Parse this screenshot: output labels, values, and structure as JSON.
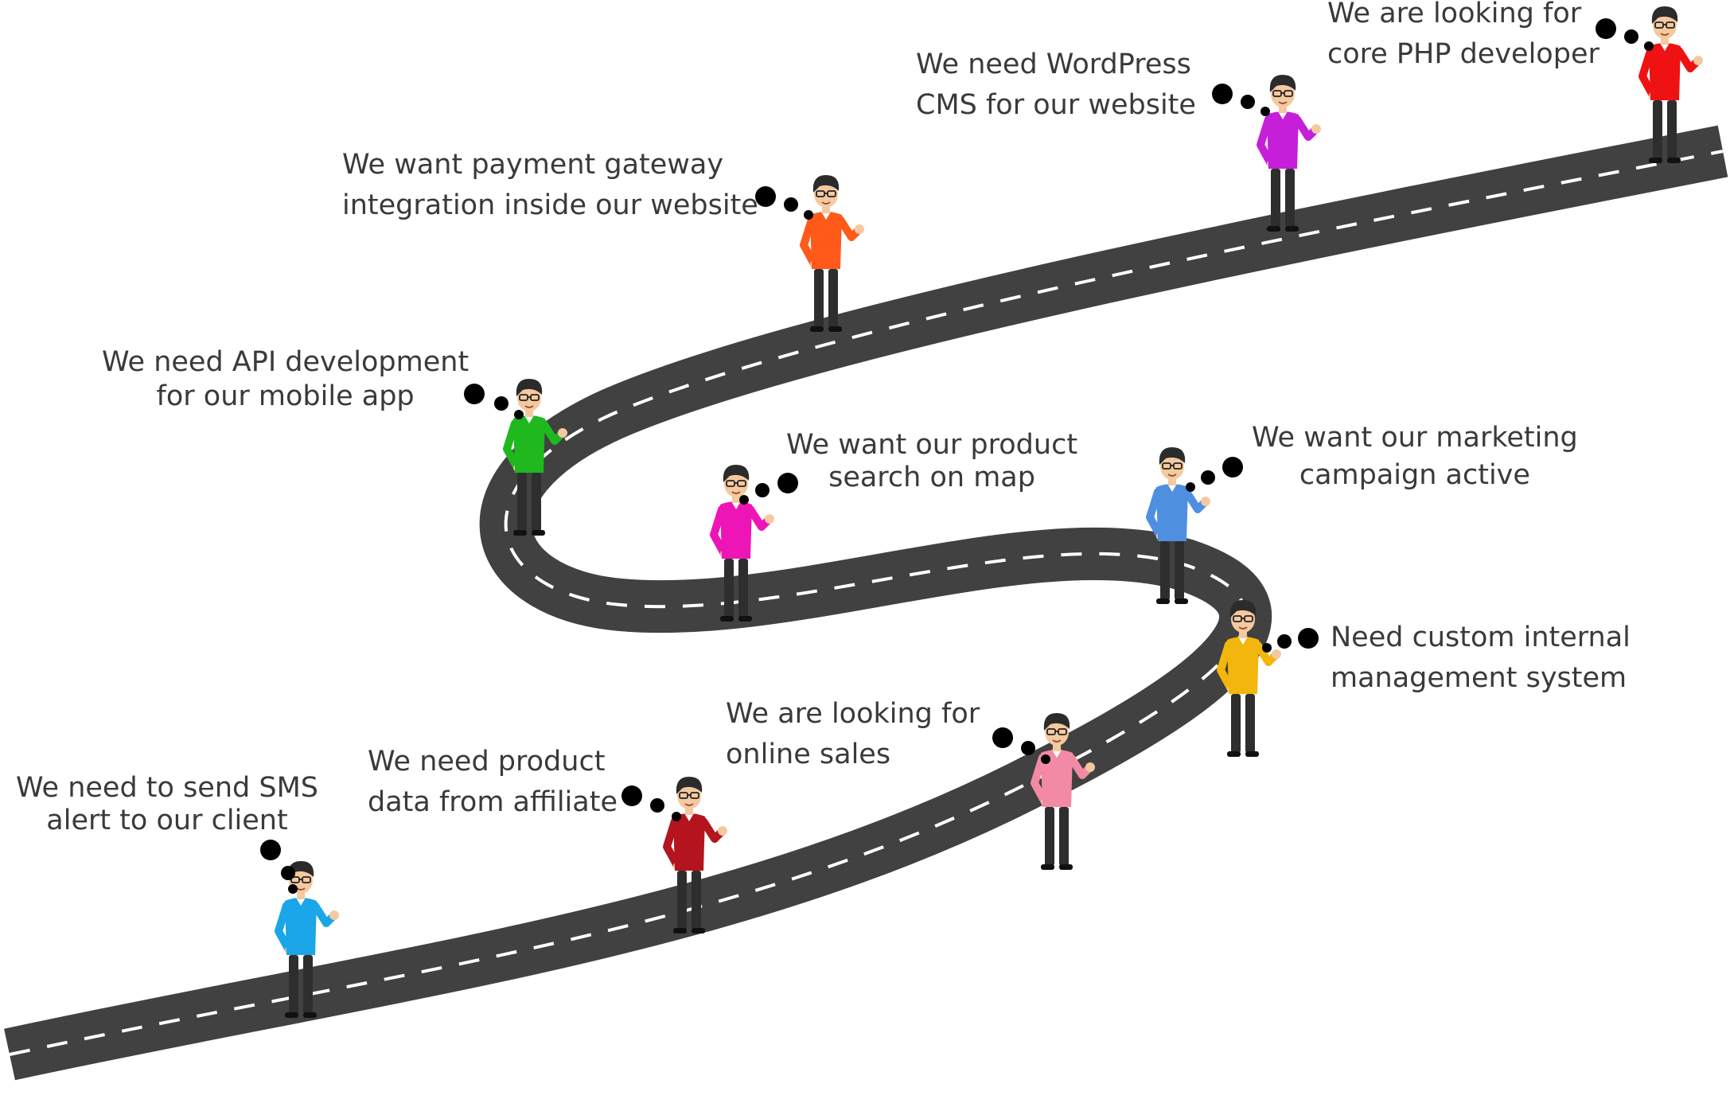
{
  "colors": {
    "road": "#414141",
    "dash": "#ffffff",
    "bubble": "#000000",
    "text": "#3a3a3a",
    "skin": "#f4c9a0",
    "hair": "#2b2b2b",
    "pants": "#2e2e2e"
  },
  "bubbles": [
    {
      "lines": [
        "We need to send SMS",
        "alert to our client"
      ],
      "shirt": "#1aa6e8"
    },
    {
      "lines": [
        "We need product",
        "data from affiliate"
      ],
      "shirt": "#b3141e"
    },
    {
      "lines": [
        "We are looking for",
        "online sales"
      ],
      "shirt": "#f28aa6"
    },
    {
      "lines": [
        "Need custom internal",
        "management system"
      ],
      "shirt": "#f2b60c"
    },
    {
      "lines": [
        "We want our marketing",
        "campaign  active"
      ],
      "shirt": "#4f8fe0"
    },
    {
      "lines": [
        "We want our product",
        "search on map"
      ],
      "shirt": "#ee15b6"
    },
    {
      "lines": [
        "We need API development",
        "for  our mobile app"
      ],
      "shirt": "#1fb81f"
    },
    {
      "lines": [
        "We want payment gateway",
        "integration inside our website"
      ],
      "shirt": "#ff5a1a"
    },
    {
      "lines": [
        "We need WordPress",
        "CMS for our website"
      ],
      "shirt": "#c51fd9"
    },
    {
      "lines": [
        "We are looking for",
        "core PHP developer"
      ],
      "shirt": "#ee1212"
    }
  ]
}
